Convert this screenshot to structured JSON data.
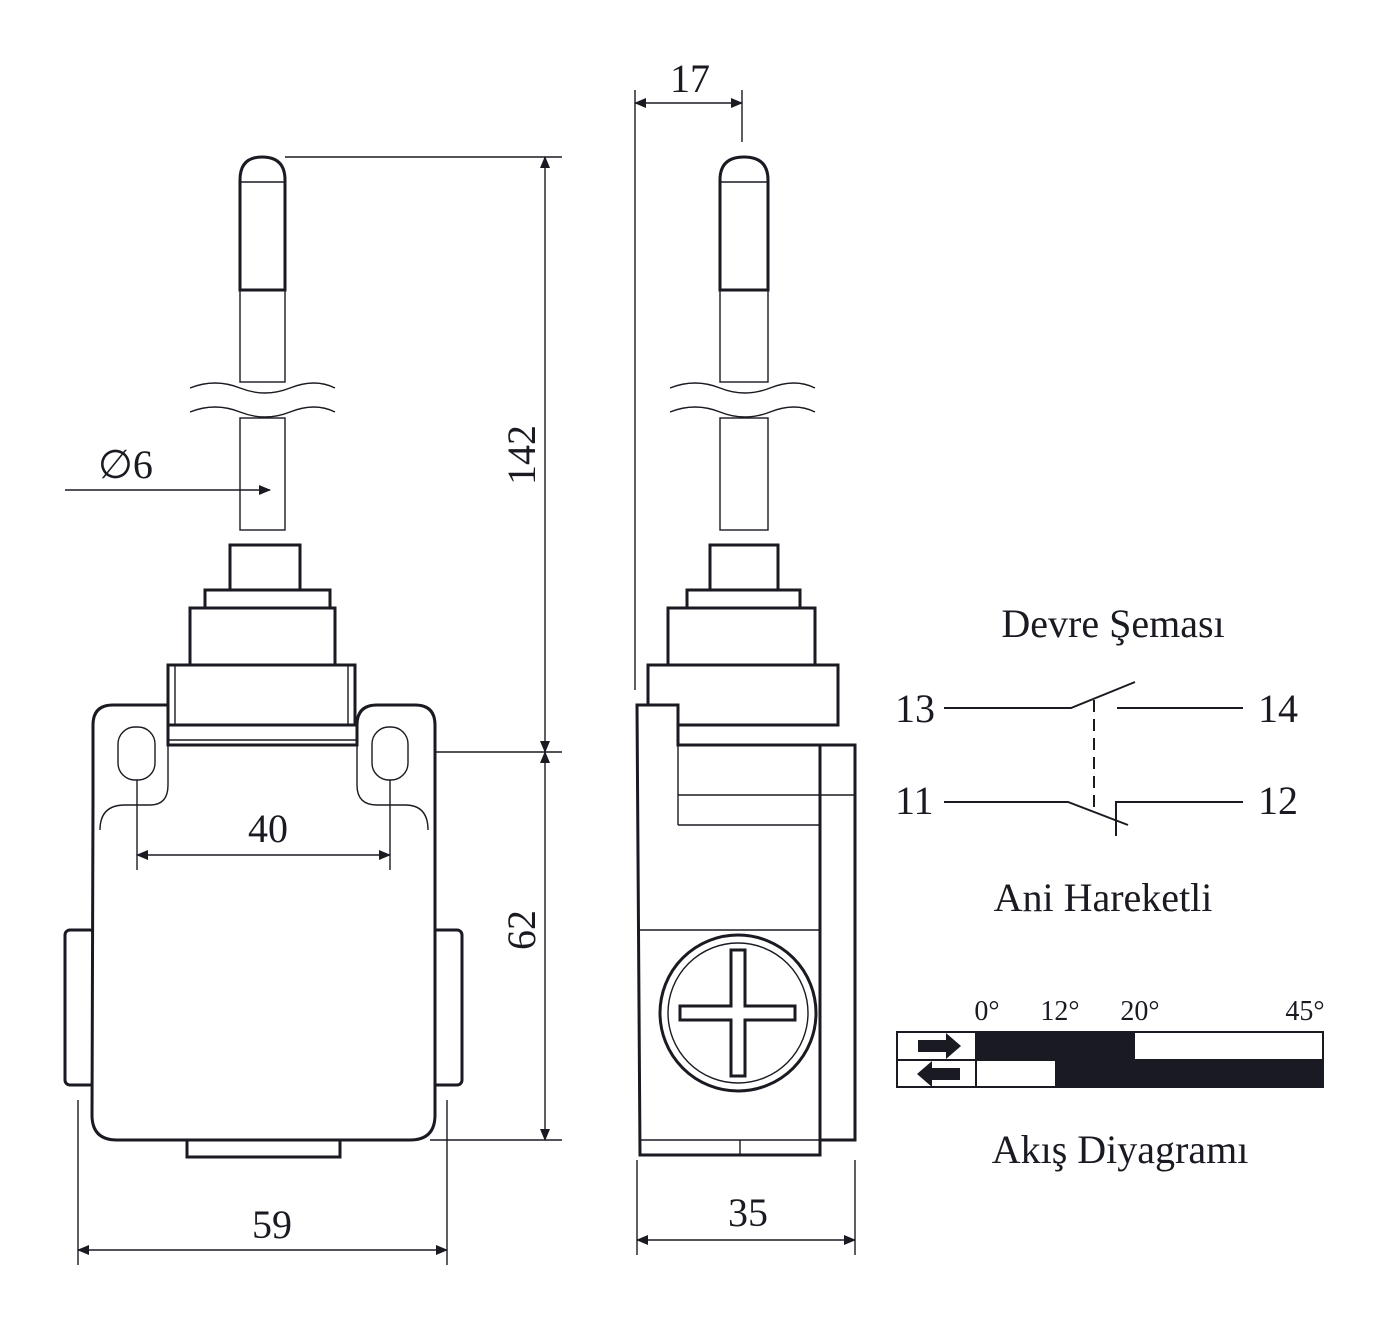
{
  "dimensions": {
    "top_offset": "17",
    "total_height": "142",
    "rod_diameter": "∅6",
    "hole_spacing": "40",
    "body_height": "62",
    "body_width": "59",
    "body_depth": "35"
  },
  "circuit": {
    "title": "Devre Şeması",
    "subtitle": "Ani Hareketli",
    "terminals": {
      "no_in": "13",
      "no_out": "14",
      "nc_in": "11",
      "nc_out": "12"
    }
  },
  "flow_diagram": {
    "title": "Akış Diyagramı",
    "angles": [
      "0°",
      "12°",
      "20°",
      "45°"
    ],
    "rows": [
      {
        "direction": "arrow-right-icon",
        "closed_range_deg": [
          0,
          20
        ]
      },
      {
        "direction": "arrow-left-icon",
        "closed_range_deg": [
          12,
          45
        ]
      }
    ],
    "color": "#1a1a22"
  }
}
